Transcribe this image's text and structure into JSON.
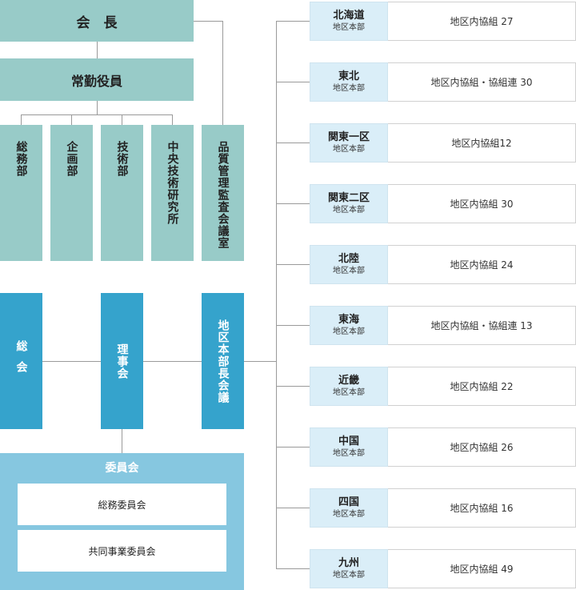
{
  "top": {
    "president": "会　長",
    "executives": "常勤役員",
    "departments": [
      "総務部",
      "企画部",
      "技術部",
      "中央技術研究所"
    ],
    "audit": "品質管理監査会議室"
  },
  "bodies": {
    "general_assembly": "総会",
    "board": "理事会",
    "regional_council": "地区本部長会議"
  },
  "committees": {
    "title": "委員会",
    "items": [
      "総務委員会",
      "共同事業委員会"
    ]
  },
  "regions": [
    {
      "name": "北海道",
      "sub": "地区本部",
      "desc": "地区内協組 27"
    },
    {
      "name": "東北",
      "sub": "地区本部",
      "desc": "地区内協組・協組連 30"
    },
    {
      "name": "関東一区",
      "sub": "地区本部",
      "desc": "地区内協組12"
    },
    {
      "name": "関東二区",
      "sub": "地区本部",
      "desc": "地区内協組 30"
    },
    {
      "name": "北陸",
      "sub": "地区本部",
      "desc": "地区内協組 24"
    },
    {
      "name": "東海",
      "sub": "地区本部",
      "desc": "地区内協組・協組連 13"
    },
    {
      "name": "近畿",
      "sub": "地区本部",
      "desc": "地区内協組 22"
    },
    {
      "name": "中国",
      "sub": "地区本部",
      "desc": "地区内協組 26"
    },
    {
      "name": "四国",
      "sub": "地区本部",
      "desc": "地区内協組 16"
    },
    {
      "name": "九州",
      "sub": "地区本部",
      "desc": "地区内協組 49"
    }
  ]
}
